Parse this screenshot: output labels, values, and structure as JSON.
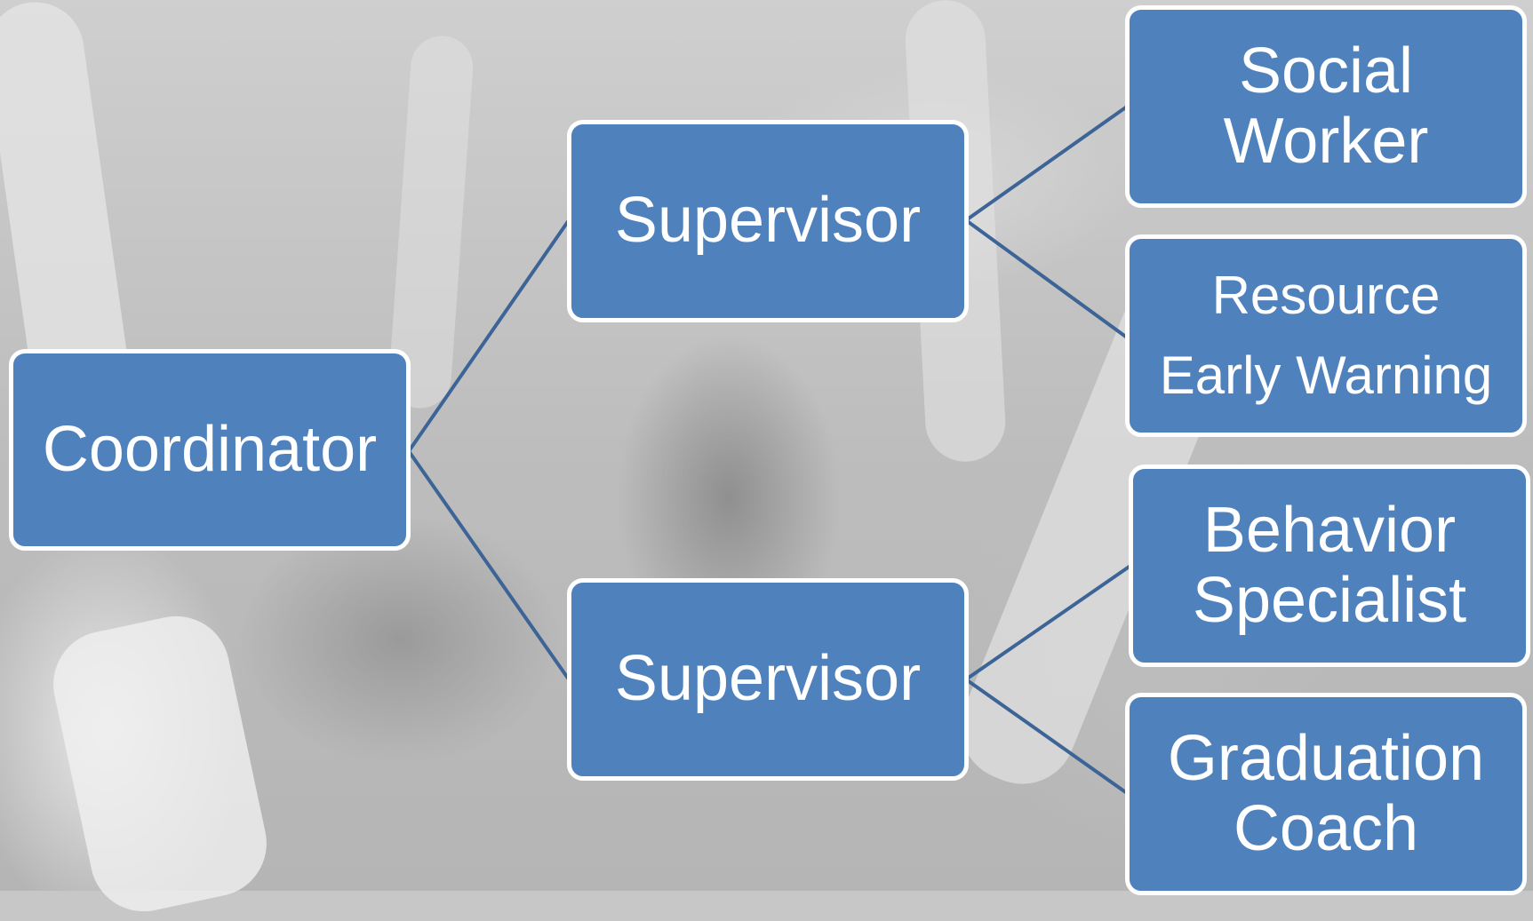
{
  "colors": {
    "node_fill": "#4f81bd",
    "node_border": "#ffffff",
    "connector": "#3c6496",
    "text": "#ffffff"
  },
  "nodes": {
    "coordinator": {
      "line1": "Coordinator"
    },
    "supervisor_top": {
      "line1": "Supervisor"
    },
    "supervisor_bottom": {
      "line1": "Supervisor"
    },
    "social_worker": {
      "line1": "Social",
      "line2": "Worker"
    },
    "resource": {
      "line1": "Resource",
      "line2": "Early Warning"
    },
    "behavior_specialist": {
      "line1": "Behavior",
      "line2": "Specialist"
    },
    "graduation_coach": {
      "line1": "Graduation",
      "line2": "Coach"
    }
  },
  "edges": [
    [
      "coordinator",
      "supervisor_top"
    ],
    [
      "coordinator",
      "supervisor_bottom"
    ],
    [
      "supervisor_top",
      "social_worker"
    ],
    [
      "supervisor_top",
      "resource"
    ],
    [
      "supervisor_bottom",
      "behavior_specialist"
    ],
    [
      "supervisor_bottom",
      "graduation_coach"
    ]
  ]
}
